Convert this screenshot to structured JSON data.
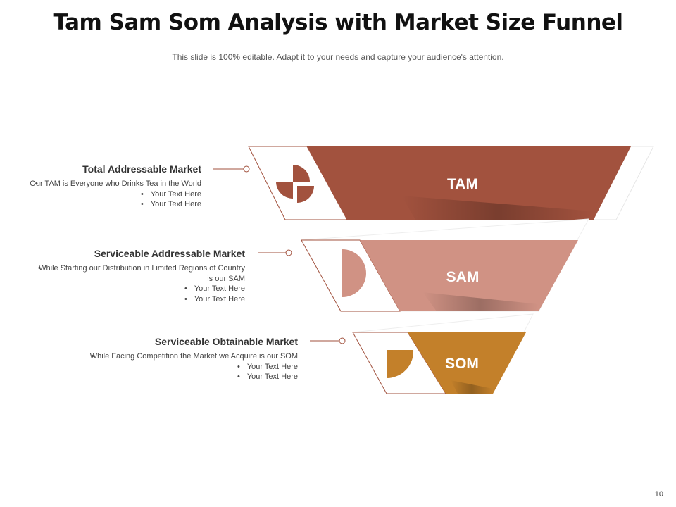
{
  "title": "Tam Sam Som Analysis with Market Size Funnel",
  "subtitle": "This slide is 100% editable. Adapt it to your needs and capture your audience's attention.",
  "page_number": "10",
  "colors": {
    "tam": "#A2523E",
    "sam": "#D09284",
    "som": "#C3802A",
    "outline": "#A2523E"
  },
  "levels": [
    {
      "label": "TAM",
      "heading": "Total Addressable Market",
      "bullets": [
        "Our TAM  is Everyone who Drinks Tea in the World",
        "Your Text Here",
        "Your Text Here"
      ],
      "icon": "pie-chart-icon"
    },
    {
      "label": "SAM",
      "heading": "Serviceable Addressable Market",
      "bullets": [
        "While Starting our Distribution in Limited Regions of Country is our SAM",
        "Your Text Here",
        "Your Text Here"
      ],
      "icon": "half-circle-icon"
    },
    {
      "label": "SOM",
      "heading": "Serviceable Obtainable Market",
      "bullets": [
        "While Facing Competition the Market we Acquire is our SOM",
        "Your Text Here",
        "Your Text Here"
      ],
      "icon": "quarter-circle-icon"
    }
  ]
}
